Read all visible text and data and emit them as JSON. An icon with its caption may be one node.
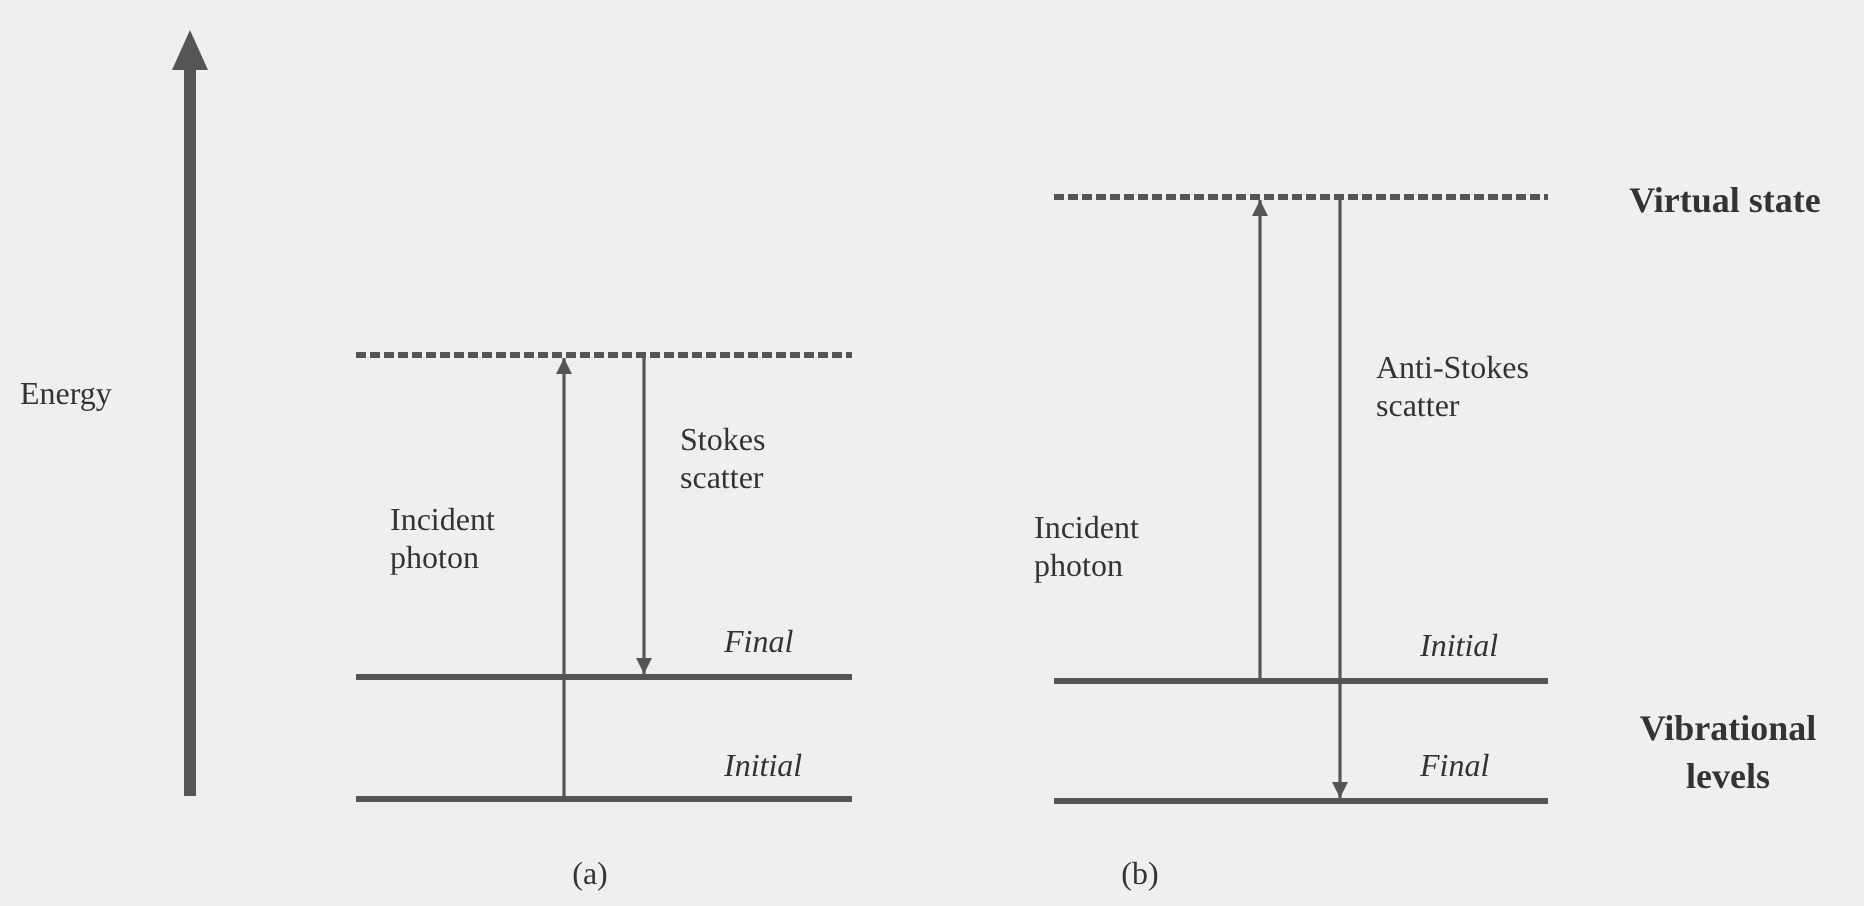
{
  "diagram": {
    "nodes": [
      {
        "text": [],
        "shape": "line"
      },
      {
        "text": [],
        "shape": "bar",
        "beside": [
          "Final"
        ]
      },
      {
        "text": [],
        "shape": "bar",
        "beside": [
          "Initial"
        ]
      },
      {
        "text": [],
        "shape": "line"
      },
      {
        "text": [],
        "shape": "bar",
        "beside": [
          "Initial"
        ]
      },
      {
        "text": [],
        "shape": "bar",
        "beside": [
          "Final"
        ]
      }
    ],
    "edges": [
      {
        "from": 2,
        "to": 0,
        "arrow": "to",
        "label": "Incident photon"
      },
      {
        "from": 0,
        "to": 1,
        "arrow": "to",
        "label": "Stokes scatter"
      },
      {
        "from": 4,
        "to": 3,
        "arrow": "to",
        "label": "Incident photon"
      },
      {
        "from": 3,
        "to": 5,
        "arrow": "to",
        "label": "Anti-Stokes scatter"
      }
    ],
    "labels": [
      "Energy",
      "Virtual state",
      "Vibrational levels",
      "(a)",
      "(b)"
    ]
  }
}
